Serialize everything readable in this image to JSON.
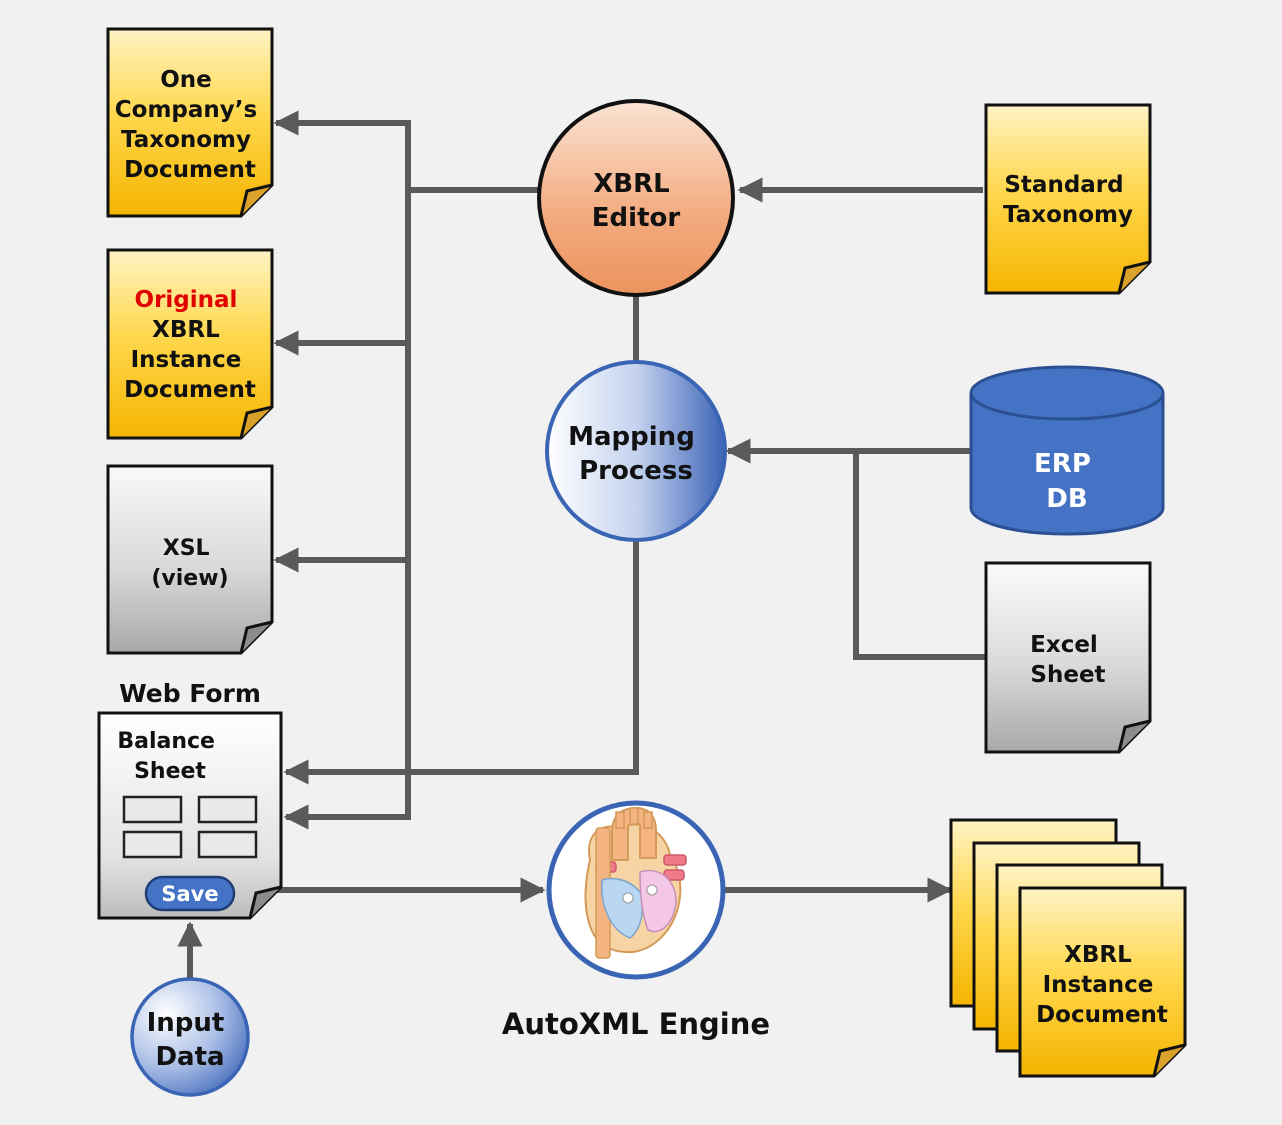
{
  "documents": {
    "company_taxonomy": {
      "lines": [
        "One",
        "Company’s",
        "Taxonomy",
        "Document"
      ]
    },
    "original_instance": {
      "highlight": "Original",
      "lines": [
        "XBRL",
        "Instance",
        "Document"
      ]
    },
    "xsl": {
      "lines": [
        "XSL",
        "(view)"
      ]
    },
    "standard_taxonomy": {
      "lines": [
        "Standard",
        "Taxonomy"
      ]
    },
    "excel_sheet": {
      "lines": [
        "Excel",
        "Sheet"
      ]
    },
    "output_instance": {
      "lines": [
        "XBRL",
        "Instance",
        "Document"
      ]
    }
  },
  "nodes": {
    "xbrl_editor": {
      "lines": [
        "XBRL",
        "Editor"
      ]
    },
    "mapping_process": {
      "lines": [
        "Mapping",
        "Process"
      ]
    },
    "erp_db": {
      "lines": [
        "ERP",
        "DB"
      ]
    },
    "input_data": {
      "lines": [
        "Input",
        "Data"
      ]
    }
  },
  "web_form": {
    "title": "Web Form",
    "form_lines": [
      "Balance",
      "Sheet"
    ],
    "save_label": "Save"
  },
  "engine": {
    "label": "AutoXML Engine",
    "icon": "heart-icon"
  },
  "colors": {
    "highlight_text": "#e00000",
    "connector": "#5a5a5a",
    "doc_yellow": "#ffc000",
    "doc_gray": "#bdbdbd",
    "editor_orange": "#ee9a66",
    "blue": "#4472c4"
  }
}
